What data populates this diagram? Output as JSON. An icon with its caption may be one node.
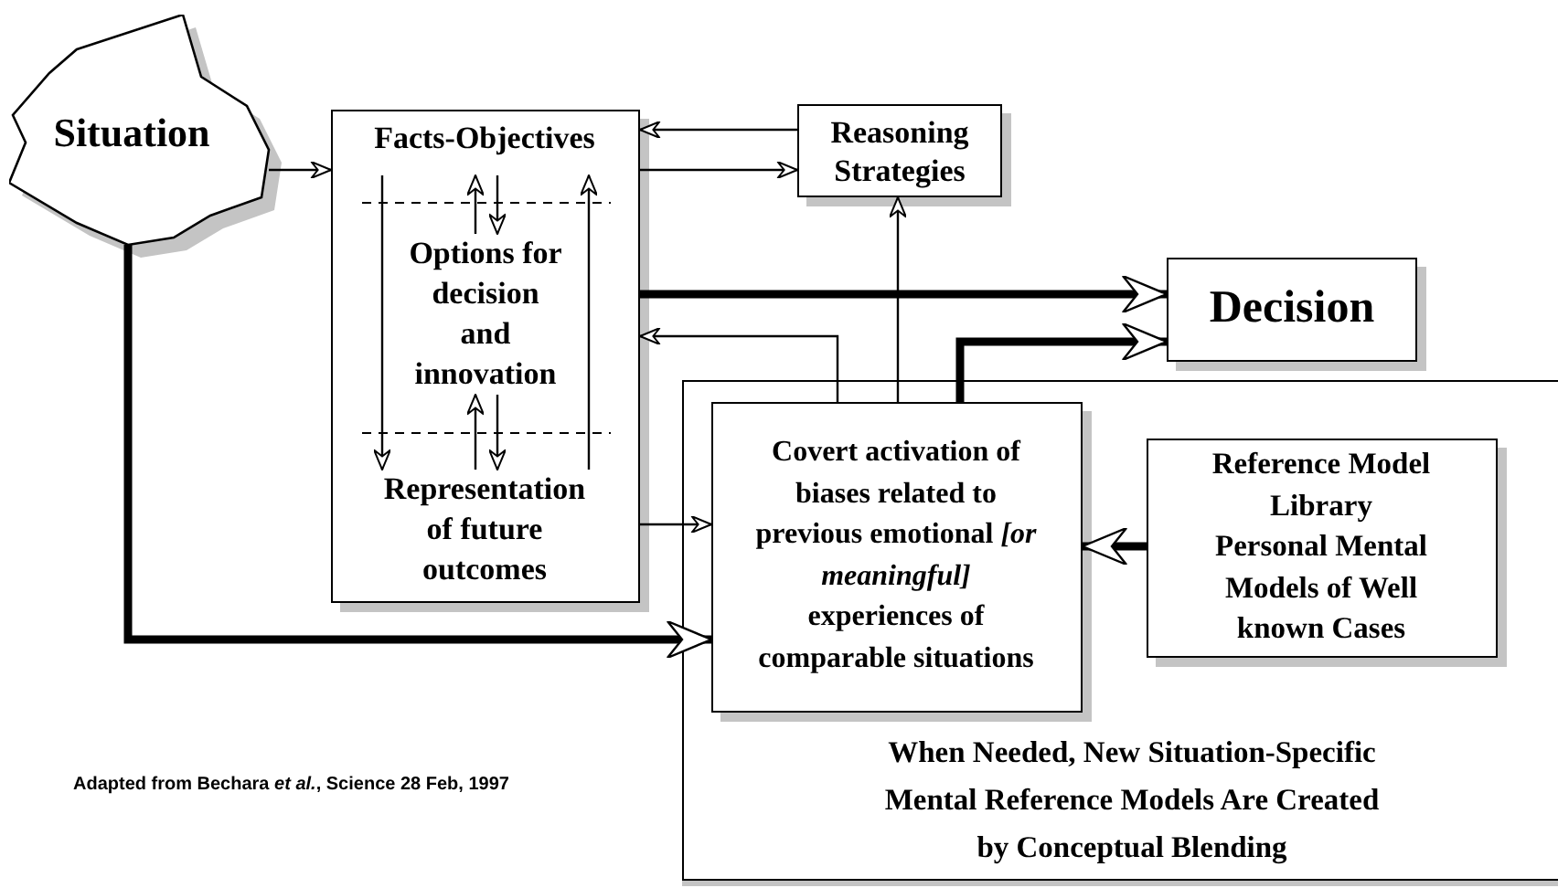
{
  "diagram": {
    "nodes": [
      {
        "text": [
          "Situation"
        ]
      },
      {
        "text": [],
        "shape": "box"
      },
      {
        "text": [
          "Facts-Objectives"
        ],
        "in": 1
      },
      {
        "text": [
          "Options for decision and innovation"
        ],
        "in": 1
      },
      {
        "text": [
          "Representation of future outcomes"
        ],
        "in": 1
      },
      {
        "text": [
          "Reasoning Strategies"
        ]
      },
      {
        "text": [
          "Decision"
        ]
      },
      {
        "text": [
          "When Needed, New Situation-Specific Mental Reference Models Are Created by Conceptual Blending"
        ]
      },
      {
        "text": [
          "Covert activation of biases related to previous emotional *[or meaningful]* experiences of comparable situations"
        ],
        "in": 7
      },
      {
        "text": [
          "Reference Model Library",
          "Personal Mental Models of Well known Cases"
        ],
        "in": 7
      }
    ],
    "edges": [
      {
        "from": 0,
        "to": 1,
        "arrow": "to"
      },
      {
        "from": 5,
        "to": 1,
        "arrow": "to"
      },
      {
        "from": 1,
        "to": 5,
        "arrow": "to"
      },
      {
        "from": 1,
        "to": 6,
        "arrow": "to",
        "style": "thick"
      },
      {
        "from": 8,
        "to": 1,
        "arrow": "to"
      },
      {
        "from": 8,
        "to": 5,
        "arrow": "to"
      },
      {
        "from": 8,
        "to": 6,
        "arrow": "to",
        "style": "thick"
      },
      {
        "from": 1,
        "to": 8,
        "arrow": "to"
      },
      {
        "from": 0,
        "to": 8,
        "arrow": "to",
        "style": "thick"
      },
      {
        "from": 9,
        "to": 8,
        "arrow": "to",
        "style": "thick"
      },
      {
        "from": 2,
        "to": 4,
        "arrow": "to"
      },
      {
        "from": 4,
        "to": 2,
        "arrow": "to"
      },
      {
        "from": 3,
        "to": 2,
        "arrow": "to"
      },
      {
        "from": 2,
        "to": 3,
        "arrow": "to"
      },
      {
        "from": 4,
        "to": 3,
        "arrow": "to"
      },
      {
        "from": 3,
        "to": 4,
        "arrow": "to"
      }
    ],
    "labels": [
      "Adapted from Bechara *et al.*, Science 28 Feb, 1997"
    ]
  }
}
